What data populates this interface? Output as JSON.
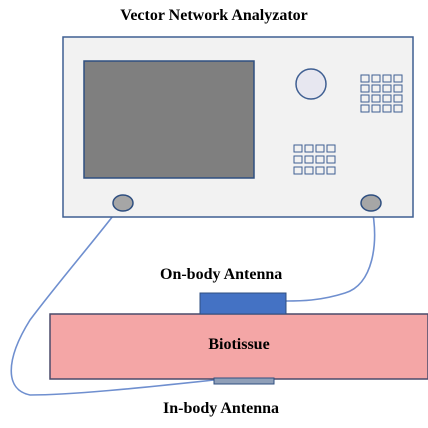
{
  "labels": {
    "top_title": "Vector Network Analyzator",
    "on_body": "On-body Antenna",
    "tissue": "Biotissue",
    "in_body": "In-body Antenna"
  },
  "colors": {
    "instrument_body": "#f2f2f2",
    "instrument_border": "#3f5f92",
    "screen_fill": "#7f7f7f",
    "screen_border": "#2f4f80",
    "knob_fill": "#e7e7f0",
    "port_fill": "#a6a6a6",
    "cable": "#6f8fcf",
    "on_body_antenna": "#4472c4",
    "in_body_antenna": "#8f9fb8",
    "tissue_fill": "#f4a6a6",
    "tissue_border": "#4a4a6a"
  },
  "icons": {
    "knob": "round-knob-icon",
    "keypad_right": "keypad-grid-icon",
    "keypad_center": "keypad-grid-icon",
    "port": "coaxial-port-icon"
  }
}
